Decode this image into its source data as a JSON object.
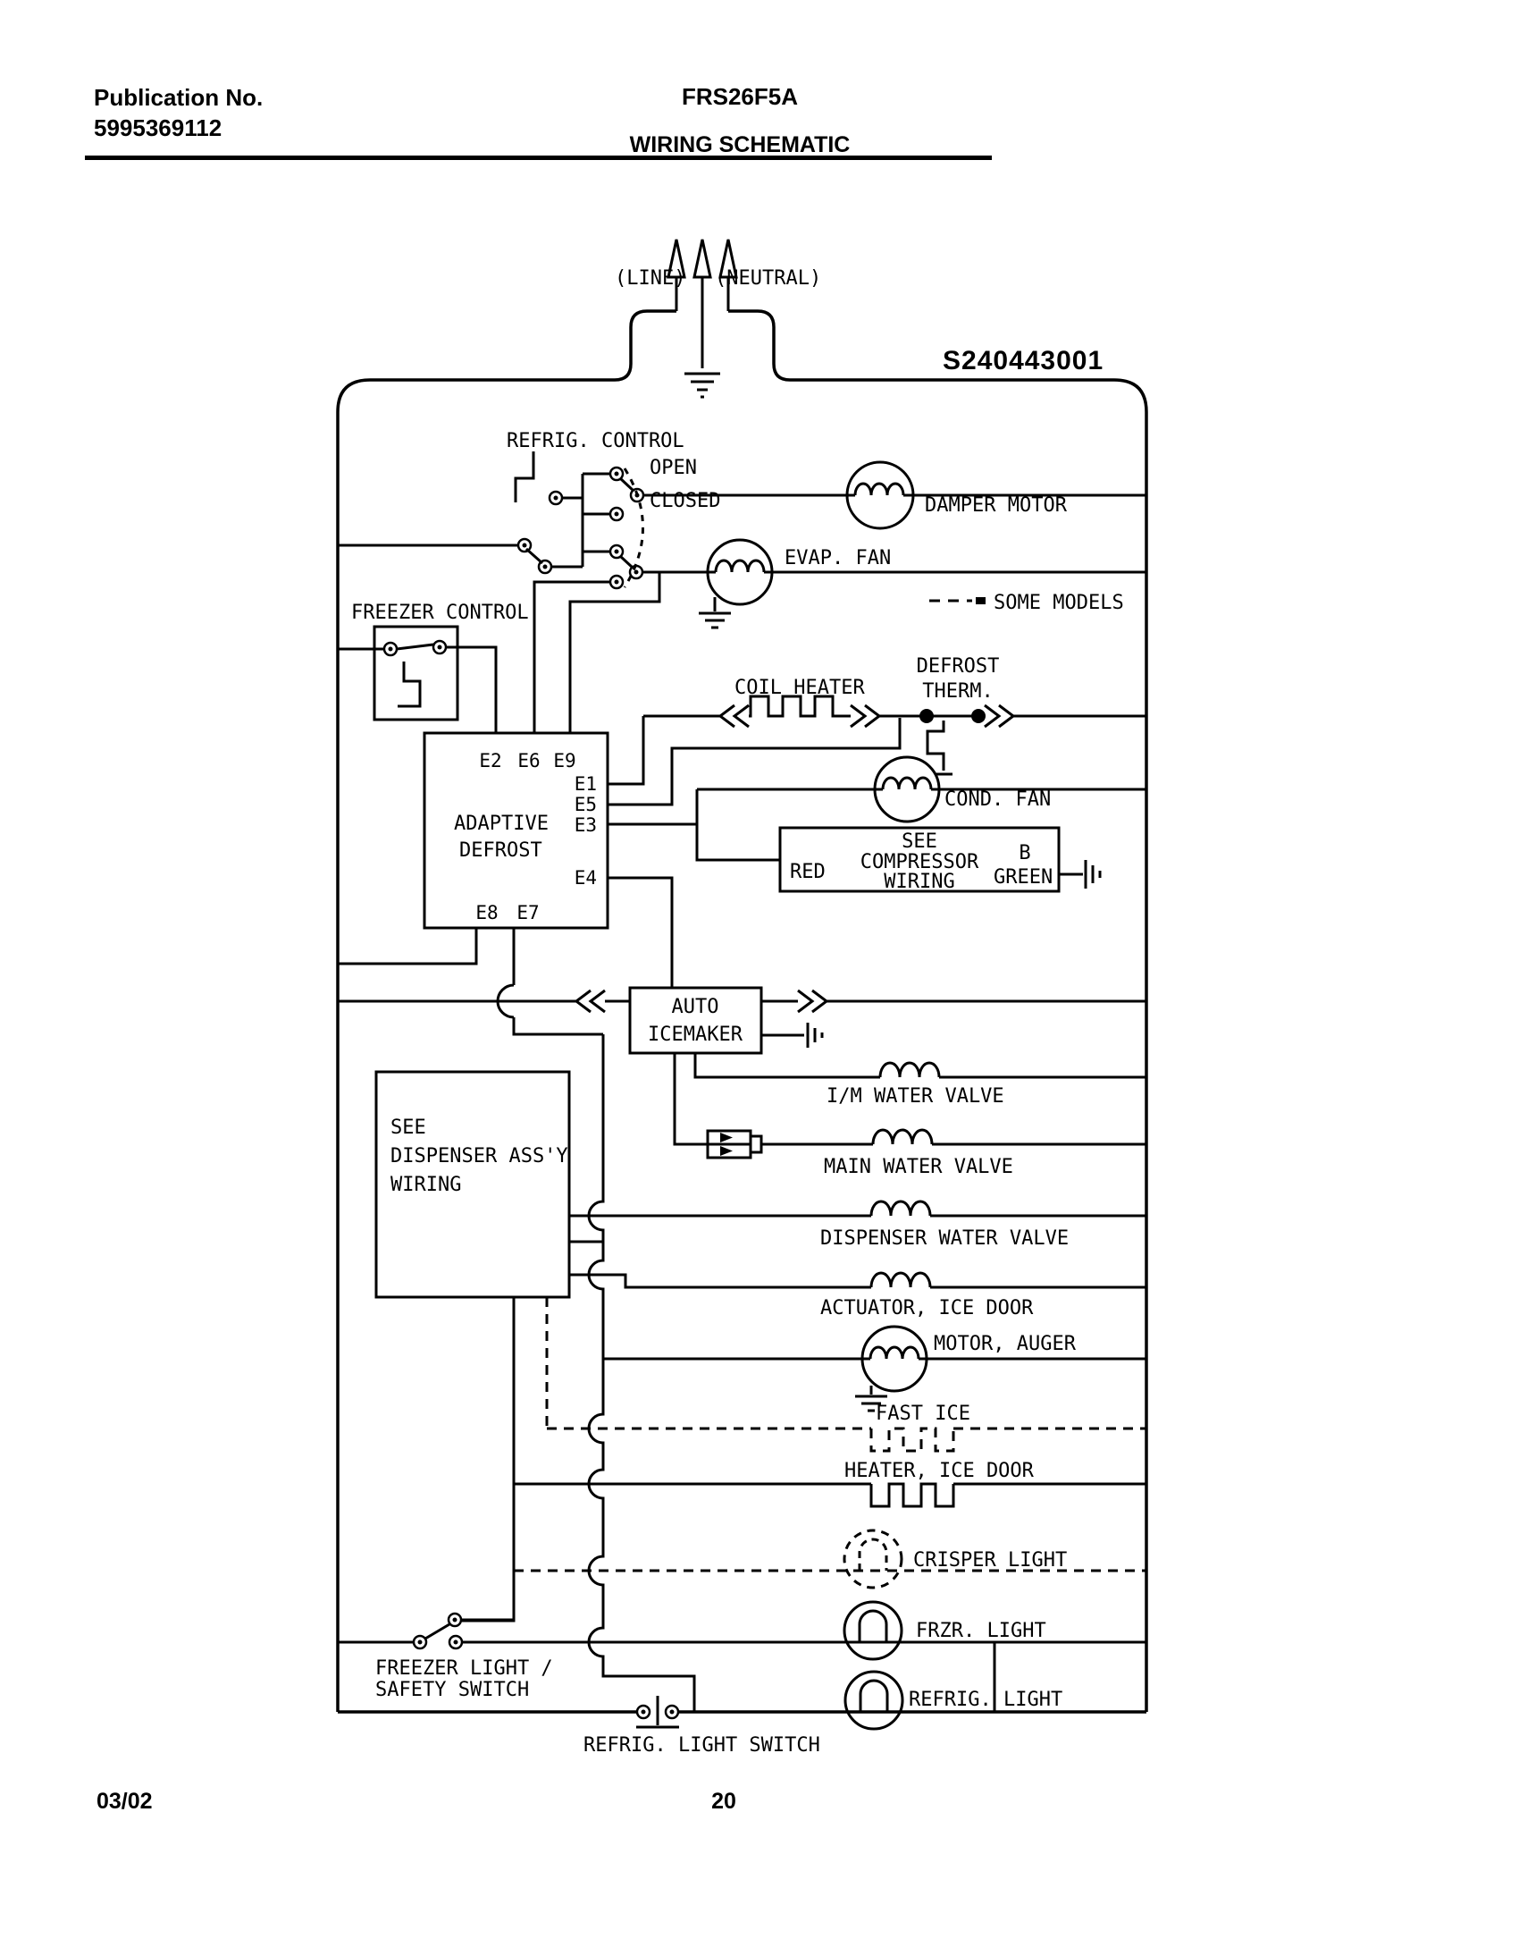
{
  "header": {
    "publication_label": "Publication No.",
    "publication_number": "5995369112",
    "model": "FRS26F5A",
    "title": "WIRING SCHEMATIC"
  },
  "footer": {
    "date": "03/02",
    "page": "20"
  },
  "schematic": {
    "part_number": "S240443001",
    "line": "(LINE)",
    "neutral": "(NEUTRAL)",
    "refrig_control": "REFRIG. CONTROL",
    "open": "OPEN",
    "closed": "CLOSED",
    "damper_motor": "DAMPER MOTOR",
    "evap_fan": "EVAP. FAN",
    "some_models": "SOME MODELS",
    "freezer_control": "FREEZER CONTROL",
    "coil_heater": "COIL HEATER",
    "defrost_l1": "DEFROST",
    "defrost_l2": "THERM.",
    "adaptive_l1": "ADAPTIVE",
    "adaptive_l2": "DEFROST",
    "cond_fan": "COND. FAN",
    "compressor_l1": "SEE",
    "compressor_l2": "COMPRESSOR",
    "compressor_l3": "WIRING",
    "red": "RED",
    "b": "B",
    "green": "GREEN",
    "icemaker_l1": "AUTO",
    "icemaker_l2": "ICEMAKER",
    "im_water_valve": "I/M WATER VALVE",
    "main_water_valve": "MAIN WATER VALVE",
    "dispenser_water_valve": "DISPENSER WATER VALVE",
    "actuator_ice_door": "ACTUATOR, ICE DOOR",
    "motor_auger": "MOTOR, AUGER",
    "fast_ice": "FAST ICE",
    "heater_ice_door": "HEATER, ICE DOOR",
    "crisper_light": "CRISPER LIGHT",
    "frzr_light": "FRZR. LIGHT",
    "refrig_light": "REFRIG. LIGHT",
    "dispenser_box_l1": "SEE",
    "dispenser_box_l2": "DISPENSER ASS'Y",
    "dispenser_box_l3": "WIRING",
    "freezer_light_switch_l1": "FREEZER LIGHT /",
    "freezer_light_switch_l2": "SAFETY SWITCH",
    "refrig_light_switch": "REFRIG. LIGHT SWITCH",
    "terminals": {
      "e2": "E2",
      "e6": "E6",
      "e9": "E9",
      "e1": "E1",
      "e5": "E5",
      "e3": "E3",
      "e4": "E4",
      "e8": "E8",
      "e7": "E7"
    }
  }
}
